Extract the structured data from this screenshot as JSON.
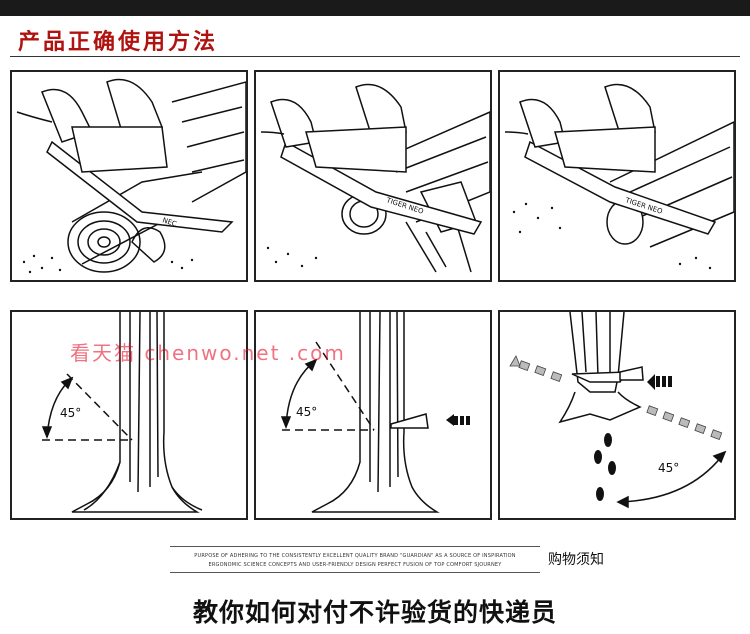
{
  "header": {
    "title": "产品正确使用方法"
  },
  "watermark": {
    "text": "看天猫 chenwo.net .com"
  },
  "step_panels": [
    {
      "name": "cutting-step-1",
      "bar_text": "NEC"
    },
    {
      "name": "cutting-step-2",
      "bar_text": "TIGER NEO"
    },
    {
      "name": "cutting-step-3",
      "bar_text": "TIGER NEO"
    }
  ],
  "felling": {
    "angle_label": "45°",
    "panel_1_angle": "45°",
    "panel_2_angle": "45°",
    "panel_3_angle": "45°"
  },
  "footer": {
    "tagline_1": "PURPOSE OF ADHERING TO THE CONSISTENTLY EXCELLENT QUALITY BRAND \"GUARDIAN\" AS A SOURCE OF INSPIRATION",
    "tagline_2": "ERGONOMIC SCIENCE CONCEPTS AND USER-FRIENDLY DESIGN PERFECT FUSION OF TOP COMFORT SJOURNEY",
    "notice": "购物须知",
    "heading": "教你如何对付不许验货的快递员"
  }
}
